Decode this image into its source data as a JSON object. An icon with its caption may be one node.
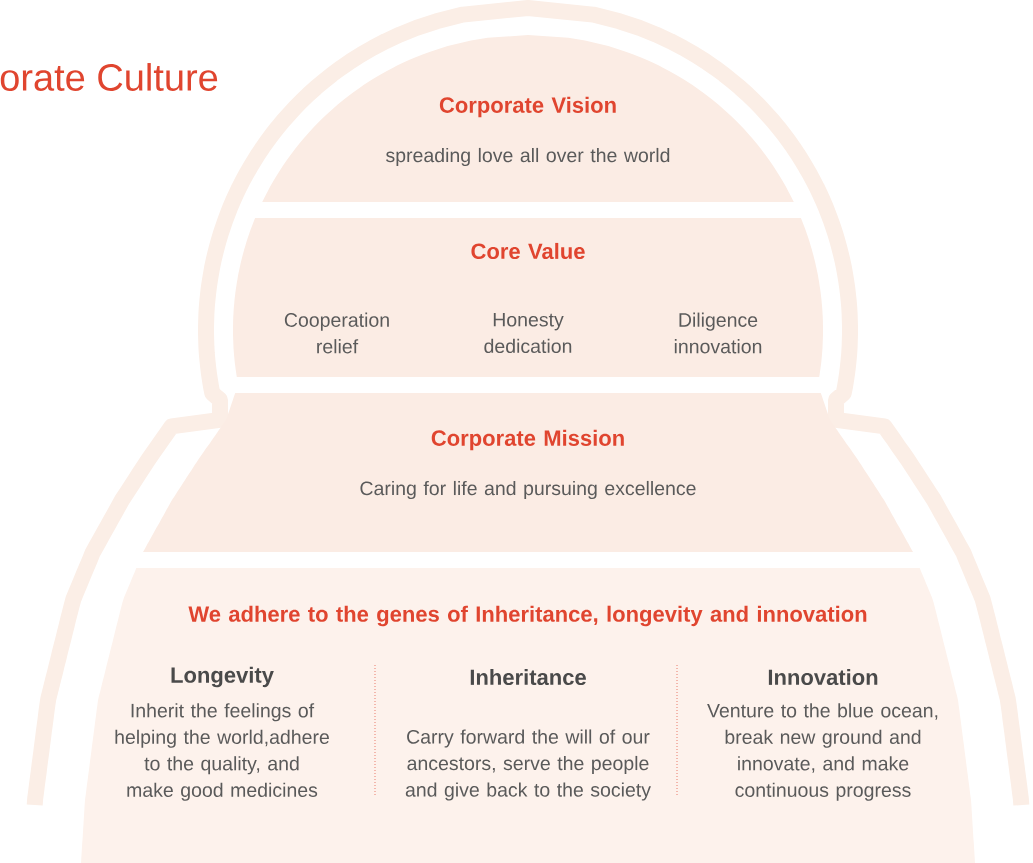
{
  "diagram": {
    "title": "orate Culture",
    "nodes": [
      {
        "text": [
          "Corporate Vision",
          "spreading love all over the world"
        ]
      },
      {
        "text": [
          "Core Value",
          "Cooperation relief",
          "Honesty dedication",
          "Diligence innovation"
        ]
      },
      {
        "text": [
          "Corporate Mission",
          "Caring for life and pursuing excellence"
        ]
      },
      {
        "text": [
          "We adhere to the genes of Inheritance, longevity and innovation",
          "Longevity",
          "Inherit the feelings of helping the world,adhere to the quality, and make good medicines",
          "Inheritance",
          "Carry forward the will of our ancestors, serve the people and give back to the society",
          "Innovation",
          "Venture to the blue ocean, break new ground and innovate, and make continuous progress"
        ]
      }
    ]
  }
}
